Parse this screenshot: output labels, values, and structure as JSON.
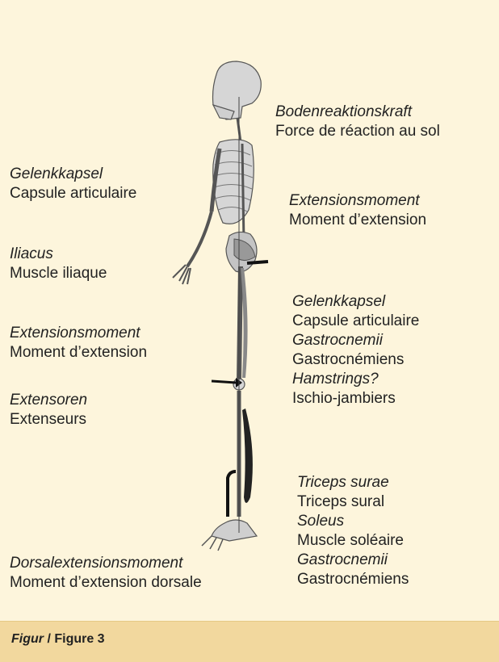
{
  "labels": {
    "ground_reaction": {
      "de": "Bodenreaktionskraft",
      "fr": "Force de réaction au sol"
    },
    "ext_moment_right": {
      "de": "Extensionsmoment",
      "fr": "Moment d’extension"
    },
    "joint_capsule_left": {
      "de": "Gelenkkapsel",
      "fr": "Capsule articulaire"
    },
    "iliacus": {
      "de": "Iliacus",
      "fr": "Muscle iliaque"
    },
    "ext_moment_left": {
      "de": "Extensionsmoment",
      "fr": "Moment d’extension"
    },
    "extensors": {
      "de": "Extensoren",
      "fr": "Extenseurs"
    },
    "dorsal_ext_moment": {
      "de": "Dorsalextensionsmoment",
      "fr": "Moment d’extension dorsale"
    },
    "knee_group": [
      {
        "de": "Gelenkkapsel",
        "fr": "Capsule articulaire"
      },
      {
        "de": "Gastrocnemii",
        "fr": "Gastrocnémiens"
      },
      {
        "de": "Hamstrings?",
        "fr": "Ischio-jambiers"
      }
    ],
    "ankle_group": [
      {
        "de": "Triceps surae",
        "fr": "Triceps sural"
      },
      {
        "de": "Soleus",
        "fr": "Muscle soléaire"
      },
      {
        "de": "Gastrocnemii",
        "fr": "Gastrocnémiens"
      }
    ]
  },
  "caption": {
    "prefix": "Figur",
    "separator": " / ",
    "text": "Figure 3"
  },
  "colors": {
    "background": "#fdf5dc",
    "caption_bg": "#f2d89e",
    "bone": "#c9c9c9",
    "muscle": "#333333"
  }
}
